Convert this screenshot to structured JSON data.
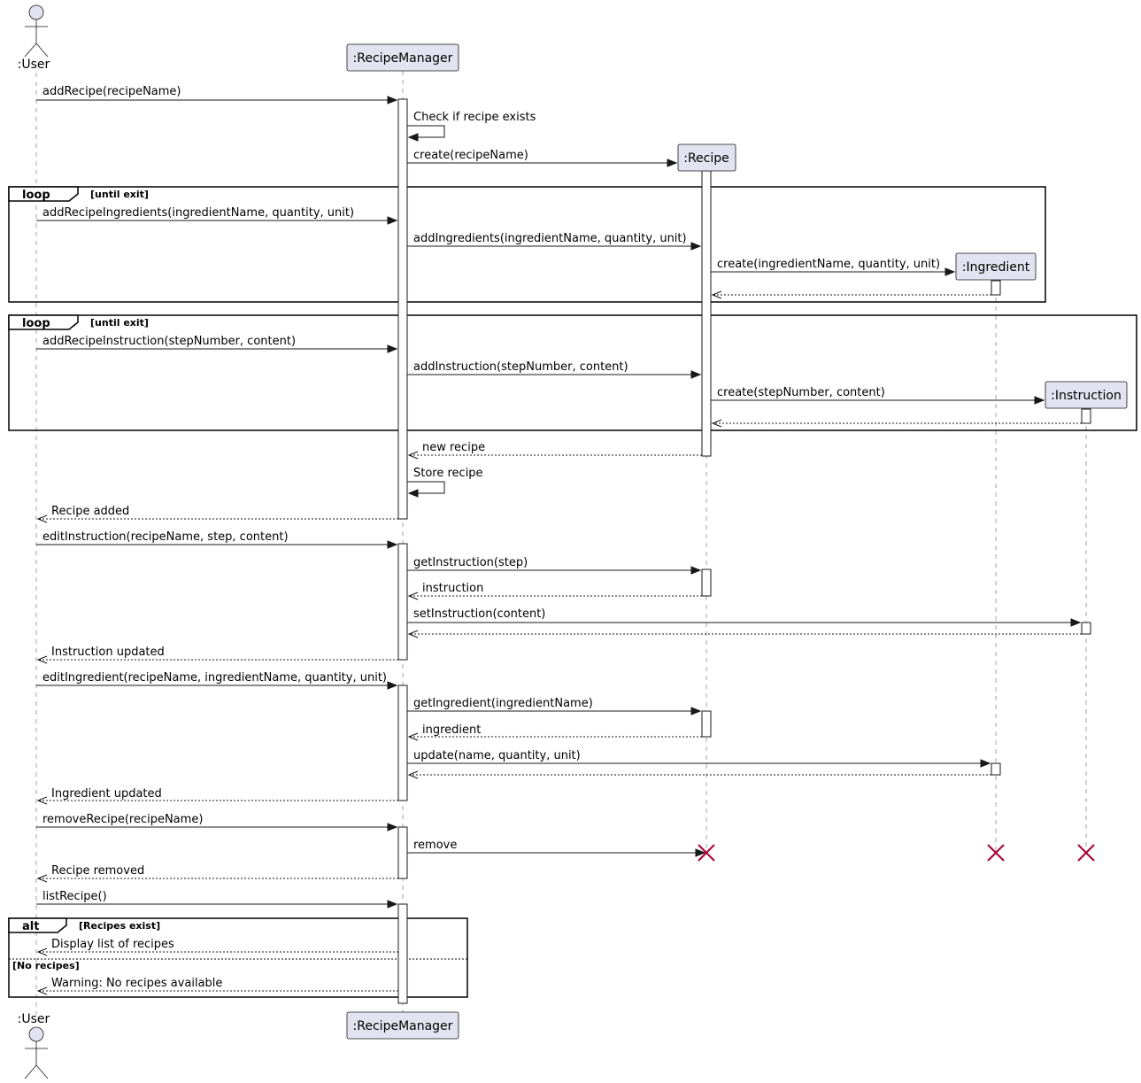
{
  "participants": {
    "user": ":User",
    "recipe_manager": ":RecipeManager",
    "recipe": ":Recipe",
    "ingredient": ":Ingredient",
    "instruction": ":Instruction"
  },
  "frames": {
    "loop_ingredients": {
      "tag": "loop",
      "guard": "[until exit]"
    },
    "loop_instructions": {
      "tag": "loop",
      "guard": "[until exit]"
    },
    "alt_list": {
      "tag": "alt",
      "guard": "[Recipes exist]",
      "else_guard": "[No recipes]"
    }
  },
  "messages": {
    "m1": "addRecipe(recipeName)",
    "m2": "Check if recipe exists",
    "m3": "create(recipeName)",
    "m4": "addRecipeIngredients(ingredientName, quantity, unit)",
    "m5": "addIngredients(ingredientName, quantity, unit)",
    "m6": "create(ingredientName, quantity, unit)",
    "m7": "addRecipeInstruction(stepNumber, content)",
    "m8": "addInstruction(stepNumber, content)",
    "m9": "create(stepNumber, content)",
    "m10": "new recipe",
    "m11": "Store recipe",
    "m12": "Recipe added",
    "m13": "editInstruction(recipeName, step, content)",
    "m14": "getInstruction(step)",
    "m15": "instruction",
    "m16": "setInstruction(content)",
    "m17": "Instruction updated",
    "m18": "editIngredient(recipeName, ingredientName, quantity, unit)",
    "m19": "getIngredient(ingredientName)",
    "m20": "ingredient",
    "m21": "update(name, quantity, unit)",
    "m22": "Ingredient updated",
    "m23": "removeRecipe(recipeName)",
    "m24": "remove",
    "m25": "Recipe removed",
    "m26": "listRecipe()",
    "m27": "Display list of recipes",
    "m28": "Warning: No recipes available"
  },
  "colors": {
    "participant_fill": "#e2e2f0",
    "destroy_mark": "#a80036",
    "lifeline": "#a0a0a0"
  }
}
